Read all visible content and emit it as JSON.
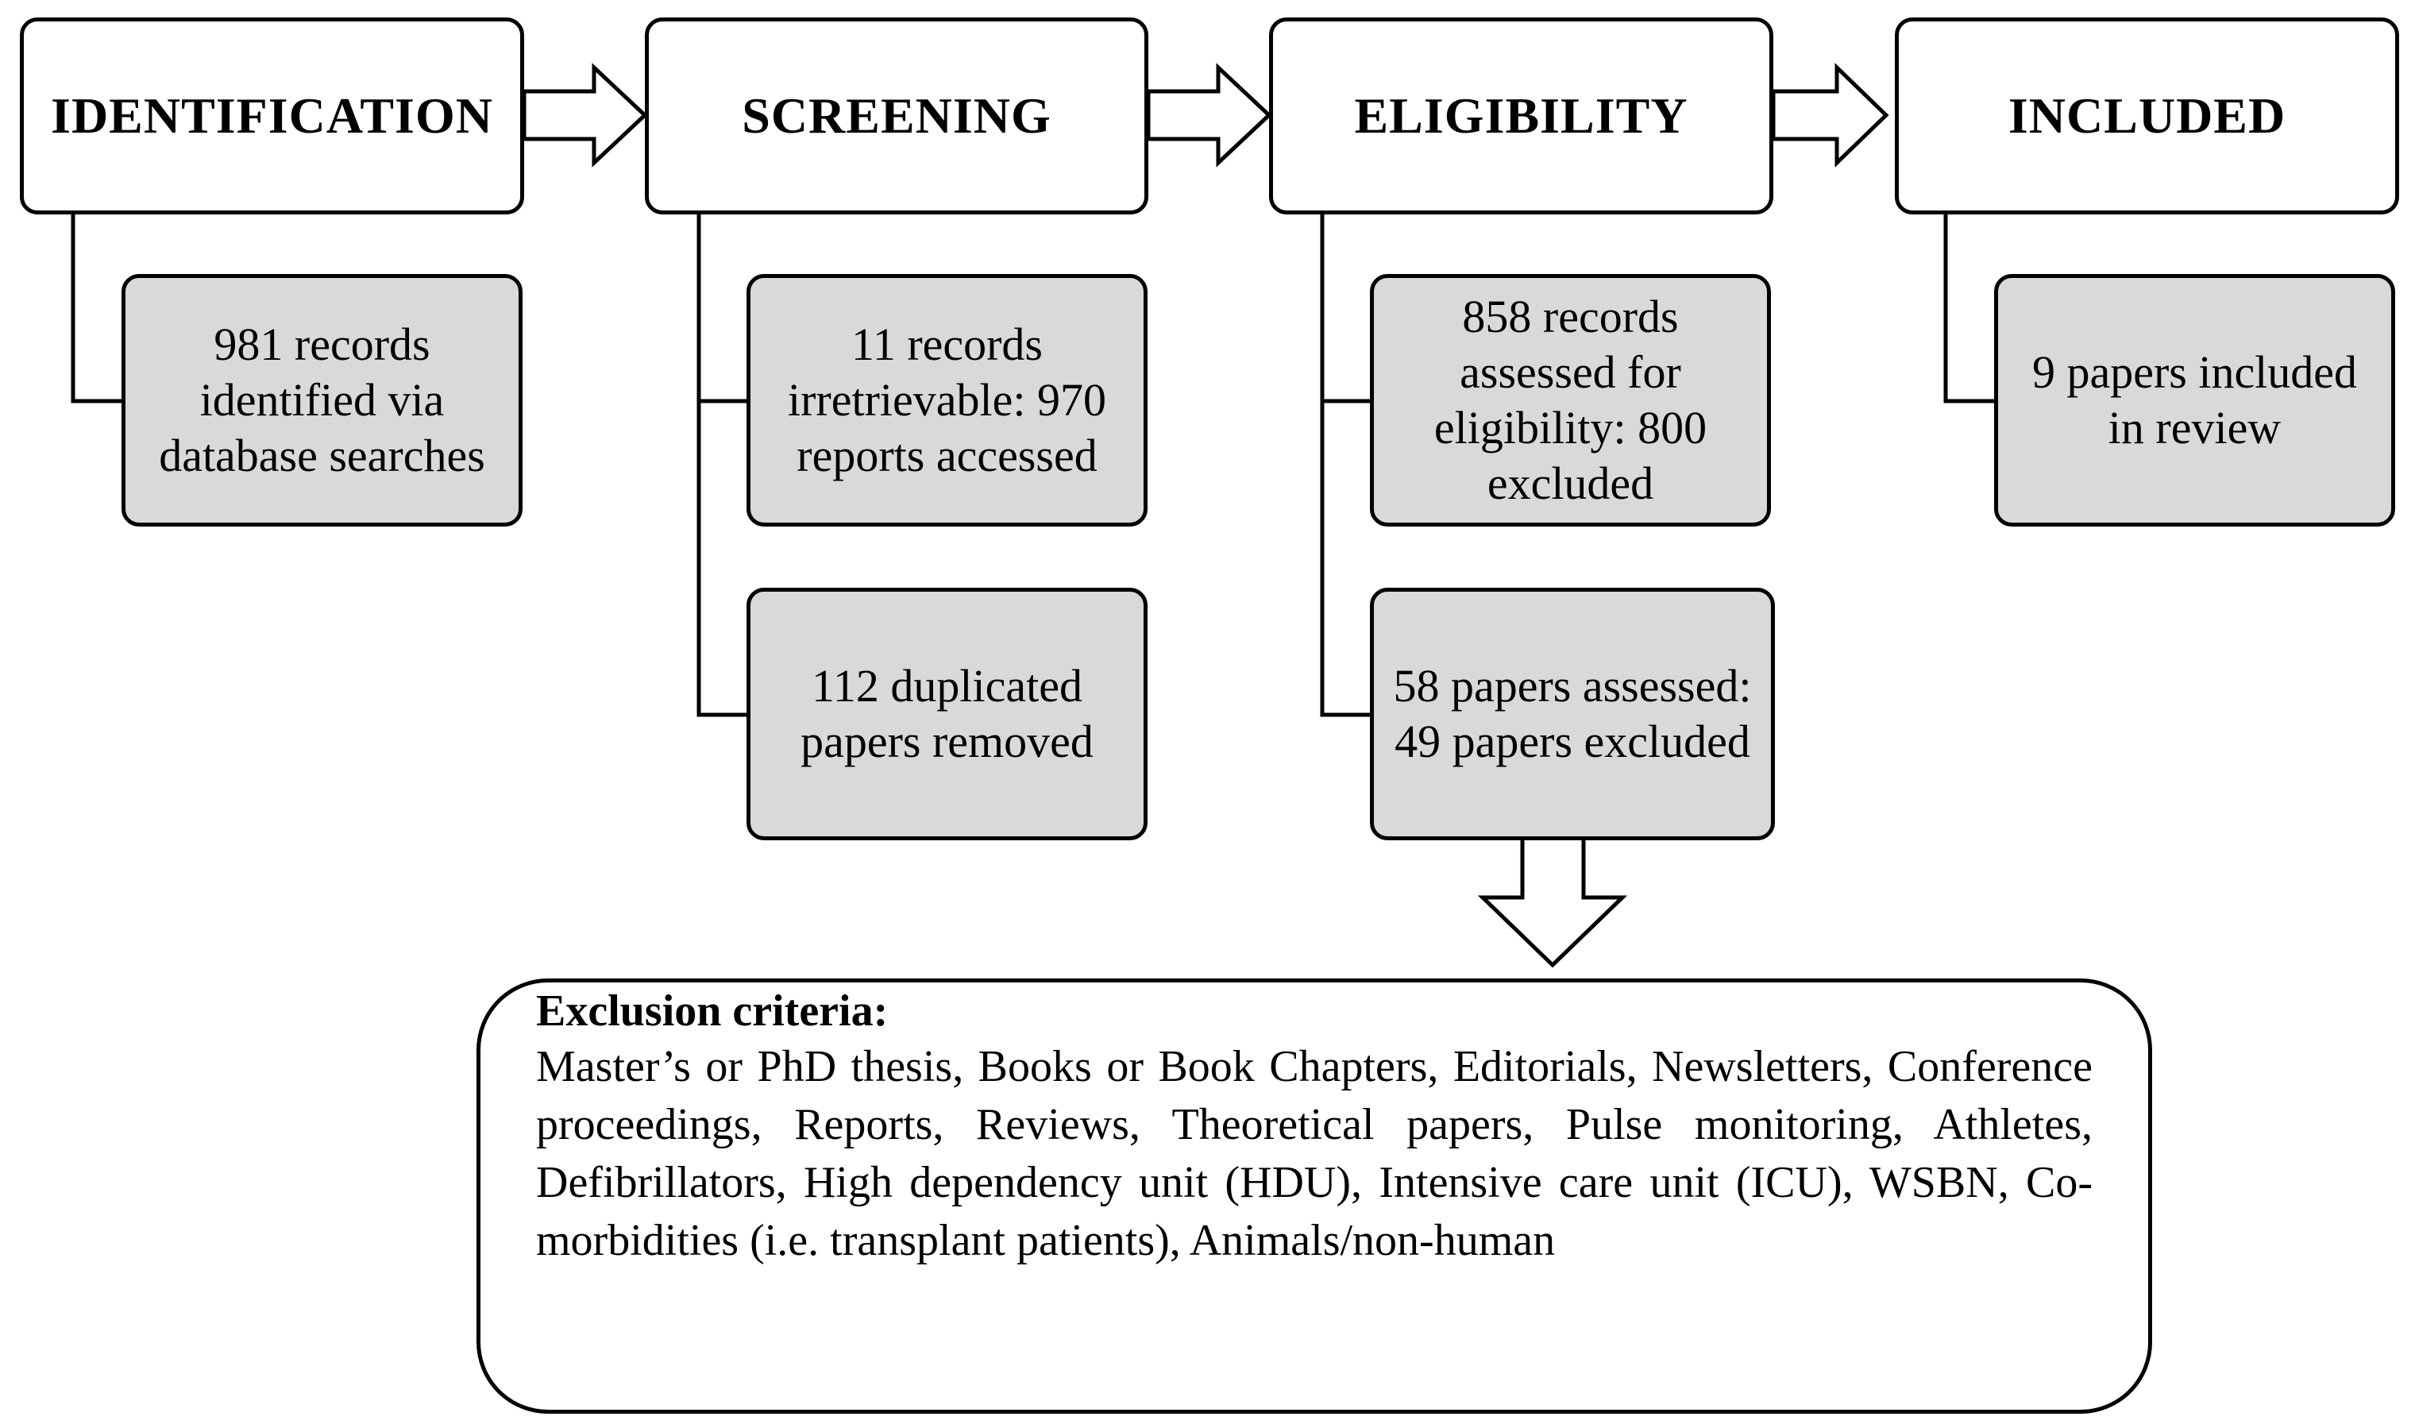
{
  "stages": [
    {
      "label": "IDENTIFICATION"
    },
    {
      "label": "SCREENING"
    },
    {
      "label": "ELIGIBILITY"
    },
    {
      "label": "INCLUDED"
    }
  ],
  "boxes": {
    "identification": "981 records identified via database searches",
    "screening_top": "11 records irretrievable: 970 reports accessed",
    "screening_bottom": "112 duplicated papers removed",
    "eligibility_top": "858 records assessed for eligibility: 800 excluded",
    "eligibility_bottom": "58 papers assessed: 49 papers excluded",
    "included": "9 papers included in review"
  },
  "exclusion": {
    "title": "Exclusion criteria:",
    "text": "Master’s or PhD thesis, Books or Book Chapters, Editorials, Newsletters, Conference proceedings, Reports, Reviews, Theoretical papers, Pulse monitoring, Athletes, Defibrillators, High dependency unit (HDU), Intensive care unit (ICU), WSBN, Co-morbidities (i.e. transplant patients), Animals/non-human"
  },
  "colors": {
    "info_fill": "#d9d9d9",
    "stage_fill": "#ffffff",
    "stroke": "#000000"
  }
}
